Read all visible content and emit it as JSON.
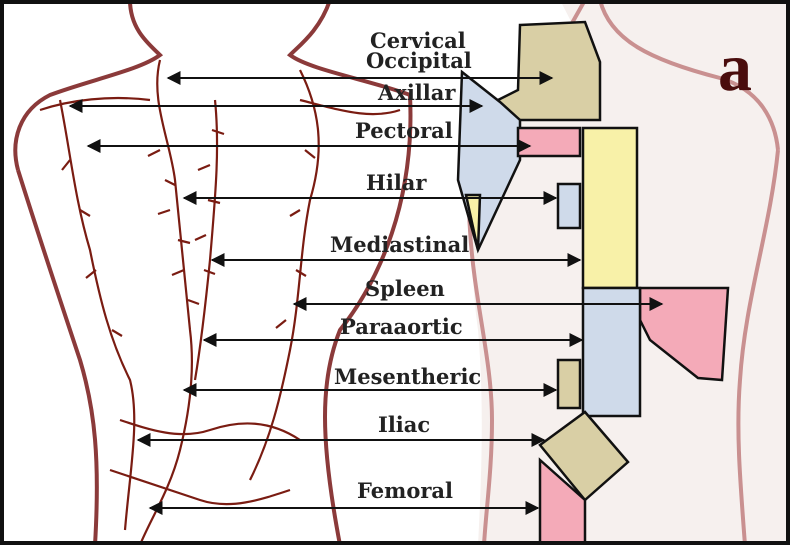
{
  "panel_letter": "a",
  "colors": {
    "background": "#ffffff",
    "outline": "#8b3a3a",
    "right_skin": "#f6f0ee",
    "right_outline": "#c99090",
    "vessels": "#7a1c12",
    "arrow": "#111111",
    "frame": "#111111",
    "region_tan": "#d9cfa5",
    "region_blue": "#cfdaea",
    "region_pink": "#f4aab8",
    "region_yellow": "#f8f1a8"
  },
  "regions": [
    {
      "label": "Cervical",
      "color_key": "region_tan"
    },
    {
      "label": "Occipital",
      "color_key": "region_tan"
    },
    {
      "label": "Axillar",
      "color_key": "region_blue"
    },
    {
      "label": "Pectoral",
      "color_key": "region_pink"
    },
    {
      "label": "Hilar",
      "color_key": "region_blue"
    },
    {
      "label": "Mediastinal",
      "color_key": "region_yellow"
    },
    {
      "label": "Spleen",
      "color_key": "region_pink"
    },
    {
      "label": "Paraaortic",
      "color_key": "region_blue"
    },
    {
      "label": "Mesentheric",
      "color_key": "region_tan"
    },
    {
      "label": "Iliac",
      "color_key": "region_tan"
    },
    {
      "label": "Femoral",
      "color_key": "region_pink"
    }
  ]
}
